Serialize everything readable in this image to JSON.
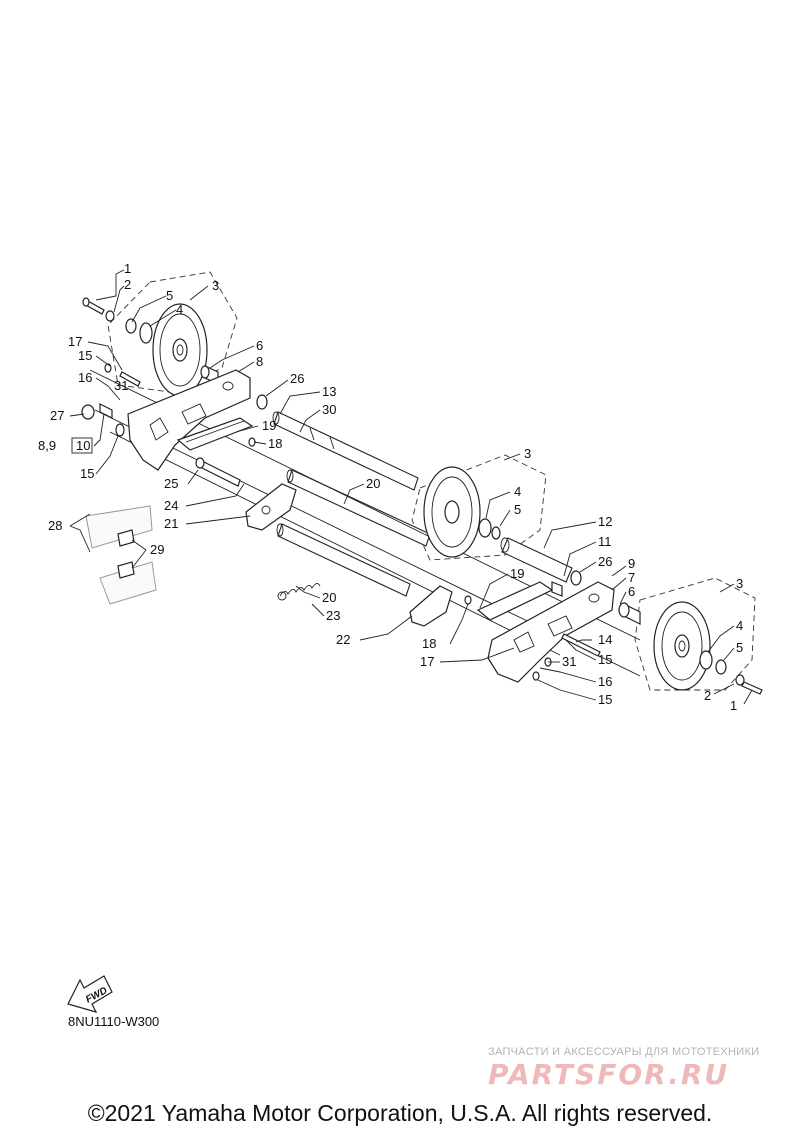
{
  "diagram": {
    "code": "8NU1110-W300",
    "fwd_label": "FWD",
    "callouts": [
      {
        "id": "c1a",
        "text": "1"
      },
      {
        "id": "c2a",
        "text": "2"
      },
      {
        "id": "c3a",
        "text": "3"
      },
      {
        "id": "c5a",
        "text": "5"
      },
      {
        "id": "c4a",
        "text": "4"
      },
      {
        "id": "c17a",
        "text": "17"
      },
      {
        "id": "c6a",
        "text": "6"
      },
      {
        "id": "c15a",
        "text": "15"
      },
      {
        "id": "c8a",
        "text": "8"
      },
      {
        "id": "c16a",
        "text": "16"
      },
      {
        "id": "c31a",
        "text": "31"
      },
      {
        "id": "c26a",
        "text": "26"
      },
      {
        "id": "c13a",
        "text": "13"
      },
      {
        "id": "c27a",
        "text": "27"
      },
      {
        "id": "c30a",
        "text": "30"
      },
      {
        "id": "c19a",
        "text": "19"
      },
      {
        "id": "c89",
        "text": "8,9"
      },
      {
        "id": "c10",
        "text": "10"
      },
      {
        "id": "c18a",
        "text": "18"
      },
      {
        "id": "c15b",
        "text": "15"
      },
      {
        "id": "c3b",
        "text": "3"
      },
      {
        "id": "c25",
        "text": "25"
      },
      {
        "id": "c20a",
        "text": "20"
      },
      {
        "id": "c4b",
        "text": "4"
      },
      {
        "id": "c24",
        "text": "24"
      },
      {
        "id": "c5b",
        "text": "5"
      },
      {
        "id": "c21",
        "text": "21"
      },
      {
        "id": "c12",
        "text": "12"
      },
      {
        "id": "c28",
        "text": "28"
      },
      {
        "id": "c11",
        "text": "11"
      },
      {
        "id": "c29",
        "text": "29"
      },
      {
        "id": "c26b",
        "text": "26"
      },
      {
        "id": "c9",
        "text": "9"
      },
      {
        "id": "c19b",
        "text": "19"
      },
      {
        "id": "c7",
        "text": "7"
      },
      {
        "id": "c3c",
        "text": "3"
      },
      {
        "id": "c6b",
        "text": "6"
      },
      {
        "id": "c20b",
        "text": "20"
      },
      {
        "id": "c23",
        "text": "23"
      },
      {
        "id": "c14",
        "text": "14"
      },
      {
        "id": "c22",
        "text": "22"
      },
      {
        "id": "c18b",
        "text": "18"
      },
      {
        "id": "c4c",
        "text": "4"
      },
      {
        "id": "c15c",
        "text": "15"
      },
      {
        "id": "c17b",
        "text": "17"
      },
      {
        "id": "c5c",
        "text": "5"
      },
      {
        "id": "c31b",
        "text": "31"
      },
      {
        "id": "c16b",
        "text": "16"
      },
      {
        "id": "c2b",
        "text": "2"
      },
      {
        "id": "c15d",
        "text": "15"
      },
      {
        "id": "c1b",
        "text": "1"
      }
    ]
  },
  "watermark": {
    "tagline": "ЗАПЧАСТИ И АКСЕССУАРЫ ДЛЯ МОТОТЕХНИКИ",
    "logo": "PARTSFOR.RU"
  },
  "copyright": "©2021 Yamaha Motor Corporation, U.S.A. All rights reserved."
}
